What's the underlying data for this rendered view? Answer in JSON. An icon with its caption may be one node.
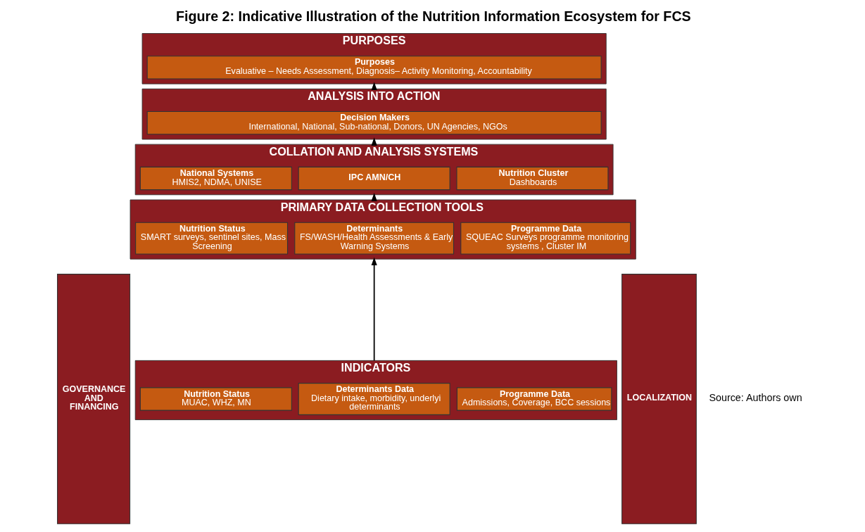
{
  "diagram": {
    "title": "Figure 2: Indicative Illustration of the Nutrition Information Ecosystem for FCS",
    "caption": "Source: Authors own",
    "nodes": [
      {
        "text": [
          "GOVERNANCE AND FINANCING"
        ]
      },
      {
        "text": [
          "PURPOSES"
        ]
      },
      {
        "text": [
          "Purposes",
          "Evaluative – Needs Assessment, Diagnosis– Activity Monitoring, Accountability"
        ],
        "in": 1
      },
      {
        "text": [
          "ANALYSIS INTO ACTION"
        ]
      },
      {
        "text": [
          "Decision Makers",
          "International, National, Sub-national, Donors, UN Agencies, NGOs"
        ],
        "in": 3
      },
      {
        "text": [
          "COLLATION AND ANALYSIS SYSTEMS"
        ]
      },
      {
        "text": [
          "National Systems",
          "HMIS2, NDMA, UNISE"
        ],
        "in": 5
      },
      {
        "text": [
          "IPC AMN/CH"
        ],
        "in": 5
      },
      {
        "text": [
          "Nutrition Cluster",
          "Dashboards"
        ],
        "in": 5
      },
      {
        "text": [
          "PRIMARY DATA COLLECTION TOOLS"
        ]
      },
      {
        "text": [
          "Nutrition Status",
          "SMART surveys, sentinel sites, Mass Screening"
        ],
        "in": 9
      },
      {
        "text": [
          "Determinants",
          "FS/WASH/Health Assessments & Early Warning Systems"
        ],
        "in": 9
      },
      {
        "text": [
          "Programme Data",
          "SQUEAC Surveys programme monitoring systems , Cluster IM"
        ],
        "in": 9
      },
      {
        "text": [
          "INDICATORS"
        ]
      },
      {
        "text": [
          "Nutrition Status",
          "MUAC, WHZ, MN"
        ],
        "in": 13
      },
      {
        "text": [
          "Determinants Data",
          "Dietary intake, morbidity, underlyi determinants"
        ],
        "in": 13
      },
      {
        "text": [
          "Programme Data",
          "Admissions, Coverage, BCC sessions"
        ],
        "in": 13
      },
      {
        "text": [
          "LOCALIZATION"
        ]
      }
    ],
    "edges": [
      {
        "from": 13,
        "to": 9,
        "arrow": "to"
      },
      {
        "from": 9,
        "to": 5,
        "arrow": "to"
      },
      {
        "from": 5,
        "to": 3,
        "arrow": "to"
      },
      {
        "from": 3,
        "to": 1,
        "arrow": "to"
      }
    ]
  }
}
